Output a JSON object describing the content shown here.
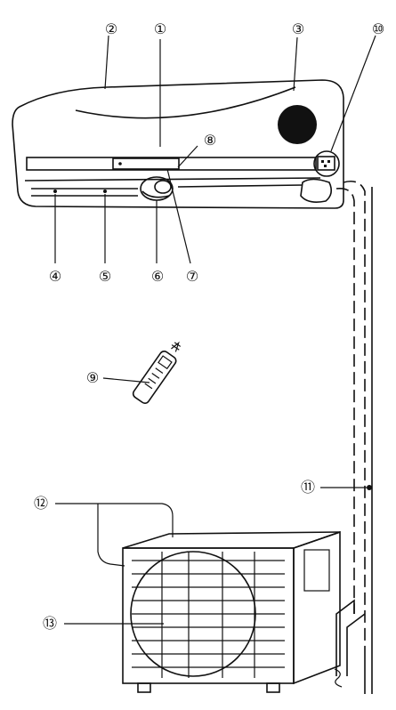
{
  "callouts": [
    {
      "id": "c1",
      "label": "①"
    },
    {
      "id": "c2",
      "label": "②"
    },
    {
      "id": "c3",
      "label": "③"
    },
    {
      "id": "c4",
      "label": "④"
    },
    {
      "id": "c5",
      "label": "⑤"
    },
    {
      "id": "c6",
      "label": "⑥"
    },
    {
      "id": "c7",
      "label": "⑦"
    },
    {
      "id": "c8",
      "label": "⑧"
    },
    {
      "id": "c9",
      "label": "⑨"
    },
    {
      "id": "c10",
      "label": "⑩"
    },
    {
      "id": "c11",
      "label": "⑪"
    },
    {
      "id": "c12",
      "label": "⑫"
    },
    {
      "id": "c13",
      "label": "⑬"
    }
  ],
  "colors": {
    "ink": "#111111",
    "background": "#ffffff"
  }
}
